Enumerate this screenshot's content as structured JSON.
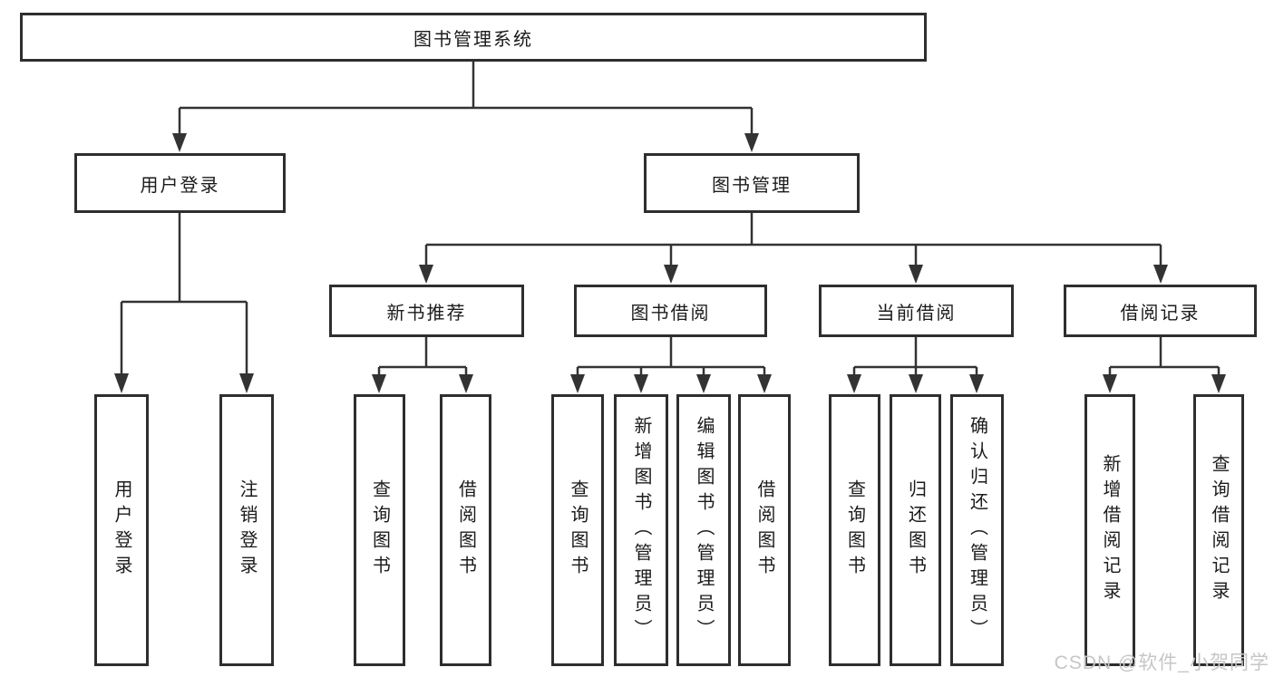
{
  "tree": {
    "root": {
      "label": "图书管理系统"
    },
    "user": {
      "label": "用户登录",
      "children": [
        {
          "label": "用户登录"
        },
        {
          "label": "注销登录"
        }
      ]
    },
    "book": {
      "label": "图书管理",
      "groups": [
        {
          "label": "新书推荐",
          "children": [
            {
              "label": "查询图书"
            },
            {
              "label": "借阅图书"
            }
          ]
        },
        {
          "label": "图书借阅",
          "children": [
            {
              "label": "查询图书"
            },
            {
              "label": "新增图书（管理员）"
            },
            {
              "label": "编辑图书（管理员）"
            },
            {
              "label": "借阅图书"
            }
          ]
        },
        {
          "label": "当前借阅",
          "children": [
            {
              "label": "查询图书"
            },
            {
              "label": "归还图书"
            },
            {
              "label": "确认归还（管理员）"
            }
          ]
        },
        {
          "label": "借阅记录",
          "children": [
            {
              "label": "新增借阅记录"
            },
            {
              "label": "查询借阅记录"
            }
          ]
        }
      ]
    }
  },
  "watermark": {
    "text": "CSDN @软件_小贺同学"
  },
  "colors": {
    "line": "#333333",
    "border": "#2e2e2e",
    "background": "#ffffff",
    "text": "#1b1b1b",
    "watermark": "#c6c6c6"
  }
}
